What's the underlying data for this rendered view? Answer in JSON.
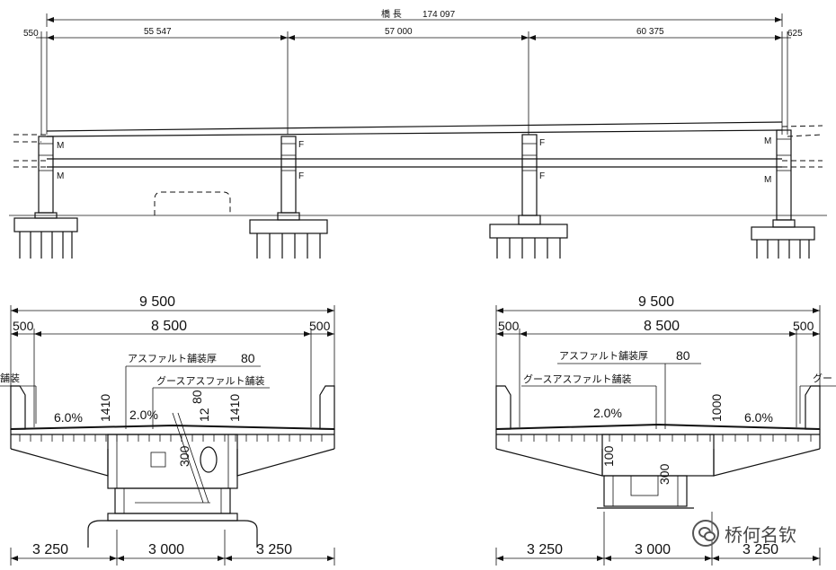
{
  "elevation": {
    "total_label": "橋 長",
    "total_length": "174 097",
    "spans": [
      "55 547",
      "57 000",
      "60 375"
    ],
    "left_end": "550",
    "right_end": "625",
    "bearing_marks": [
      "M",
      "M",
      "F",
      "F",
      "F",
      "F",
      "M",
      "M"
    ]
  },
  "section_left": {
    "overall_width": "9 500",
    "edge_left": "500",
    "carriageway": "8 500",
    "edge_right": "500",
    "pavement_label": "アスファルト舗装厚",
    "pavement_thickness": "80",
    "guss_label": "グースアスファルト舗装",
    "side_label": "舗装",
    "cross_slope_left": "6.0%",
    "cross_slope_center": "2.0%",
    "height_left": "1410",
    "height_right": "1410",
    "dim_80": "80",
    "dim_12": "12",
    "dim_300": "300",
    "bottom_dims": [
      "3 250",
      "3 000",
      "3 250"
    ]
  },
  "section_right": {
    "overall_width": "9 500",
    "edge_left": "500",
    "carriageway": "8 500",
    "edge_right": "500",
    "pavement_label": "アスファルト舗装厚",
    "pavement_thickness": "80",
    "guss_label": "グースアスファルト舗装",
    "side_label": "グー",
    "cross_slope_center": "2.0%",
    "cross_slope_right": "6.0%",
    "height_center": "1000",
    "dim_100": "100",
    "dim_300": "300",
    "bottom_dims": [
      "3 250",
      "3 000",
      "3 250"
    ]
  },
  "watermark": {
    "text": "桥何名钦",
    "icon": "wechat-icon"
  }
}
